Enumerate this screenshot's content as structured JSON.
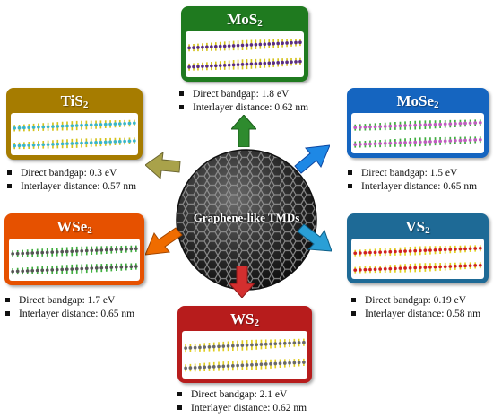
{
  "hub": {
    "label": "Graphene-like TMDs"
  },
  "materials": [
    {
      "key": "mos2",
      "formula": "MoS",
      "subscript": "2",
      "color": "#1f7a1f",
      "bandgap": "Direct bandgap: 1.8 eV",
      "interlayer": "Interlayer distance: 0.62 nm",
      "atom_colors": [
        "#d4c21a",
        "#5a2d82"
      ]
    },
    {
      "key": "mose2",
      "formula": "MoSe",
      "subscript": "2",
      "color": "#1565c0",
      "bandgap": "Direct bandgap: 1.5 eV",
      "interlayer": "Interlayer distance: 0.65 nm",
      "atom_colors": [
        "#3fae3f",
        "#c05cc0"
      ]
    },
    {
      "key": "vs2",
      "formula": "VS",
      "subscript": "2",
      "color": "#1e6a96",
      "bandgap": "Direct bandgap: 0.19 eV",
      "interlayer": "Interlayer distance: 0.58 nm",
      "atom_colors": [
        "#e0d020",
        "#d02020"
      ]
    },
    {
      "key": "ws2",
      "formula": "WS",
      "subscript": "2",
      "color": "#b71c1c",
      "bandgap": "Direct bandgap: 2.1 eV",
      "interlayer": "Interlayer distance: 0.62 nm",
      "atom_colors": [
        "#e0cc20",
        "#6a6a6a"
      ]
    },
    {
      "key": "wse2",
      "formula": "WSe",
      "subscript": "2",
      "color": "#e65100",
      "bandgap": "Direct bandgap: 1.7 eV",
      "interlayer": "Interlayer distance: 0.65 nm",
      "atom_colors": [
        "#3fae3f",
        "#555555"
      ]
    },
    {
      "key": "tis2",
      "formula": "TiS",
      "subscript": "2",
      "color": "#a67c00",
      "bandgap": "Direct bandgap: 0.3 eV",
      "interlayer": "Interlayer distance: 0.57 nm",
      "atom_colors": [
        "#d4c21a",
        "#3ab6c8"
      ]
    }
  ],
  "arrow_colors": {
    "mos2": "#2e8b2e",
    "mose2": "#1e88e5",
    "vs2": "#2a9fd6",
    "ws2": "#d32f2f",
    "wse2": "#ef6c00",
    "tis2": "#a9a24a"
  },
  "hub_colors": {
    "base": "#202020",
    "hex": "#8a8a8a"
  }
}
